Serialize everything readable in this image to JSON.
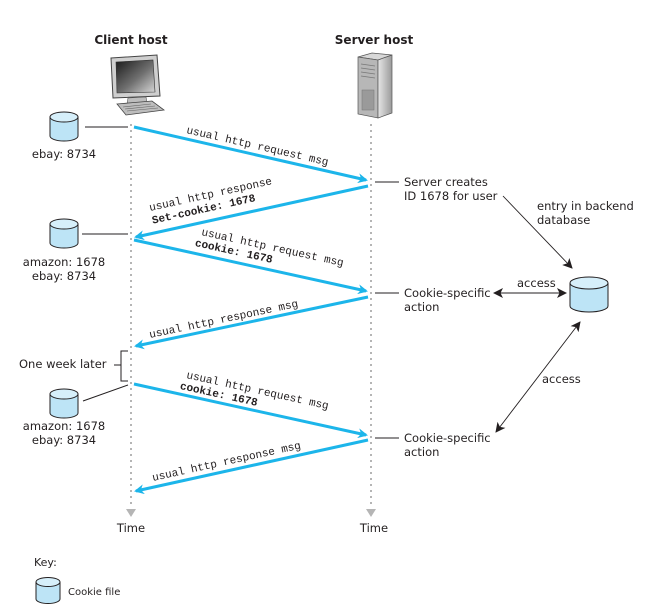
{
  "headers": {
    "client": "Client host",
    "server": "Server host"
  },
  "colors": {
    "message_arrow": "#1cb5ea",
    "cookie_fill": "#bde4f6",
    "timeline": "#b5b5b5"
  },
  "cookie_files": [
    {
      "lines": [
        "ebay: 8734"
      ]
    },
    {
      "lines": [
        "amazon: 1678",
        "ebay: 8734"
      ]
    },
    {
      "lines": [
        "amazon: 1678",
        "ebay: 8734"
      ]
    }
  ],
  "messages": [
    {
      "direction": "client-to-server",
      "lines": [
        "usual http request msg"
      ],
      "bold_line": null
    },
    {
      "direction": "server-to-client",
      "lines": [
        "usual http response",
        "Set-cookie: 1678"
      ],
      "bold_line": 1
    },
    {
      "direction": "client-to-server",
      "lines": [
        "usual http request msg",
        "cookie: 1678"
      ],
      "bold_line": 1
    },
    {
      "direction": "server-to-client",
      "lines": [
        "usual http response msg"
      ],
      "bold_line": null
    },
    {
      "direction": "client-to-server",
      "lines": [
        "usual http request msg",
        "cookie: 1678"
      ],
      "bold_line": 1
    },
    {
      "direction": "server-to-client",
      "lines": [
        "usual http response msg"
      ],
      "bold_line": null
    }
  ],
  "server_actions": [
    {
      "lines": [
        "Server creates",
        "ID 1678 for user"
      ]
    },
    {
      "lines": [
        "Cookie-specific",
        "action"
      ]
    },
    {
      "lines": [
        "Cookie-specific",
        "action"
      ]
    }
  ],
  "backend": {
    "entry_label": [
      "entry in backend",
      "database"
    ],
    "access_label_1": "access",
    "access_label_2": "access"
  },
  "one_week_later": "One week later",
  "time_labels": {
    "client": "Time",
    "server": "Time"
  },
  "key": {
    "title": "Key:",
    "cookie_file_label": "Cookie file"
  }
}
